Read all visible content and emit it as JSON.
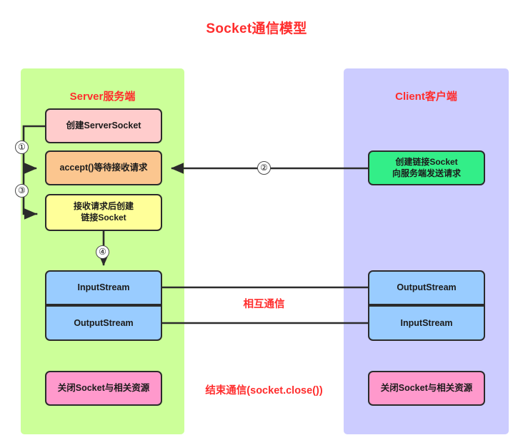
{
  "title": "Socket通信模型",
  "colors": {
    "title_red": "#FF2D2D",
    "server_panel": "#CCFF99",
    "client_panel": "#CCCCFF",
    "pink_box": "#FFCCCC",
    "orange_box": "#FBC68F",
    "yellow_box": "#FFFF99",
    "blue_box": "#99CCFF",
    "green_box": "#33EE88",
    "hotpink_box": "#FF99CC",
    "stroke": "#2b2b2b"
  },
  "server": {
    "panel_title": "Server服务端",
    "boxes": [
      {
        "id": "create-serversocket",
        "label": "创建ServerSocket"
      },
      {
        "id": "accept",
        "label": "accept()等待接收请求"
      },
      {
        "id": "create-link-socket",
        "line1": "接收请求后创建",
        "line2": "链接Socket"
      },
      {
        "id": "input-stream",
        "label": "InputStream"
      },
      {
        "id": "output-stream",
        "label": "OutputStream"
      },
      {
        "id": "close",
        "label": "关闭Socket与相关资源"
      }
    ]
  },
  "client": {
    "panel_title": "Client客户端",
    "boxes": [
      {
        "id": "create-socket",
        "line1": "创建链接Socket",
        "line2": "向服务端发送请求"
      },
      {
        "id": "output-stream",
        "label": "OutputStream"
      },
      {
        "id": "input-stream",
        "label": "InputStream"
      },
      {
        "id": "close",
        "label": "关闭Socket与相关资源"
      }
    ]
  },
  "middle_labels": {
    "mutual": "相互通信",
    "end": "结束通信(socket.close())"
  },
  "steps": [
    {
      "id": "1",
      "symbol": "①"
    },
    {
      "id": "2",
      "symbol": "②"
    },
    {
      "id": "3",
      "symbol": "③"
    },
    {
      "id": "4",
      "symbol": "④"
    }
  ]
}
